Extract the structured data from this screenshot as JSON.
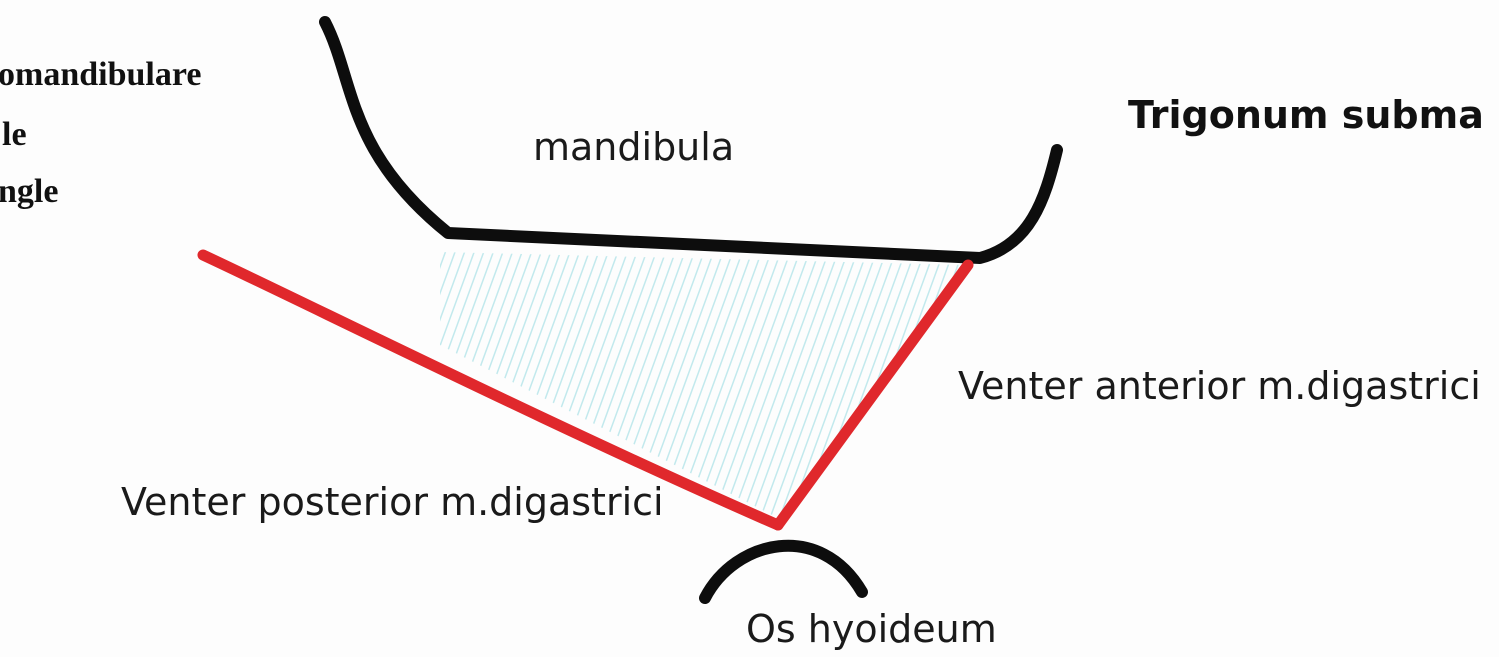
{
  "left_title_lines": [
    "omandibulare",
    "le",
    "ngle"
  ],
  "right_title": "Trigonum subma",
  "labels": {
    "mandible": "mandibula",
    "anterior_belly": "Venter anterior m.digastrici",
    "posterior_belly": "Venter posterior m.digastrici",
    "hyoid": "Os hyoideum"
  },
  "colors": {
    "bone_outline": "#0d0d0d",
    "muscle_line": "#e0282c",
    "triangle_fill": "#bfe8ec"
  }
}
